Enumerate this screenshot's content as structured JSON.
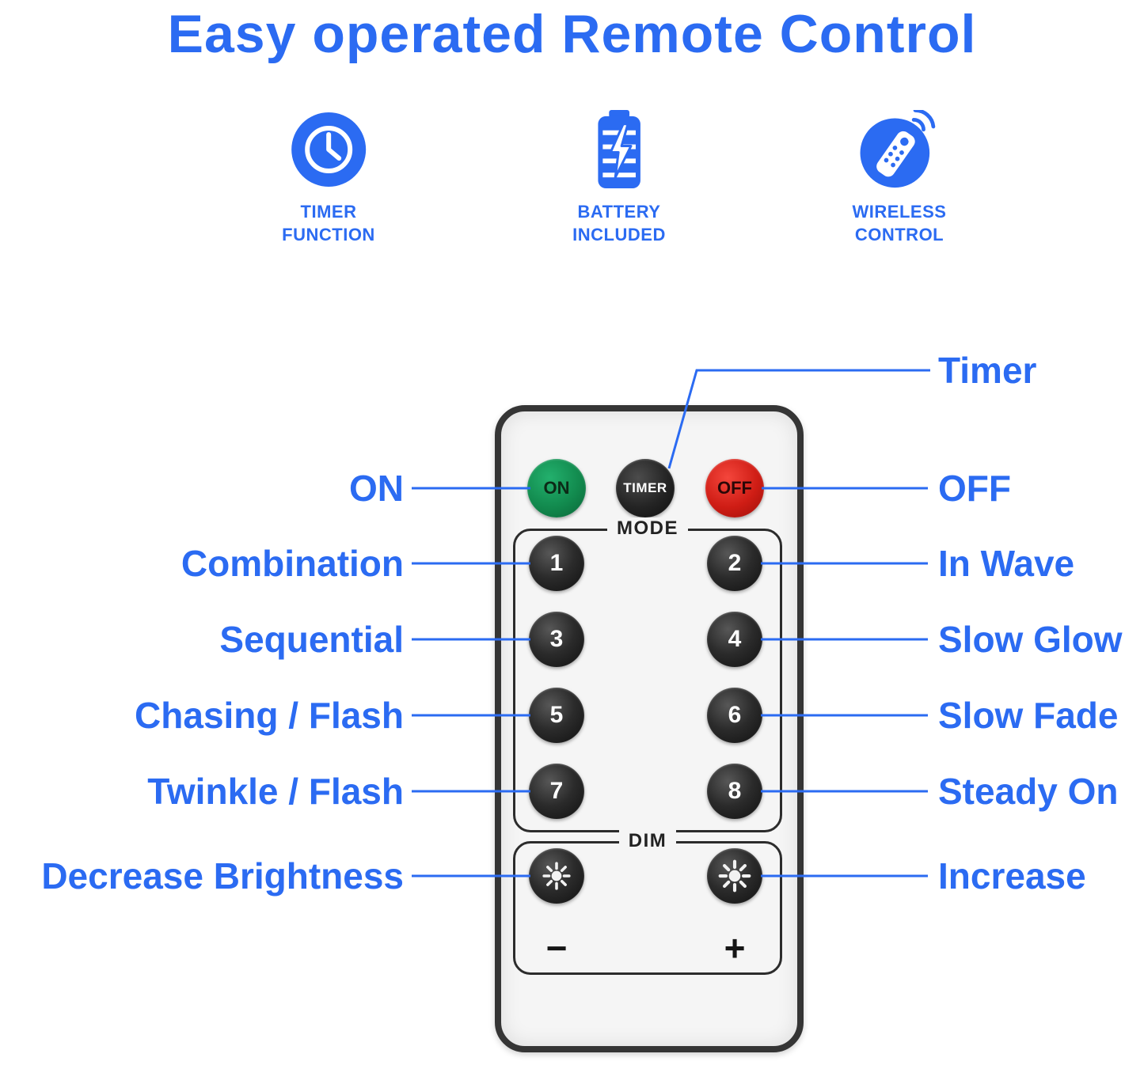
{
  "title": "Easy operated Remote Control",
  "features": [
    {
      "label": "TIMER\nFUNCTION"
    },
    {
      "label": "BATTERY\nINCLUDED"
    },
    {
      "label": "WIRELESS\nCONTROL"
    }
  ],
  "remote": {
    "on_button": "ON",
    "timer_button": "TIMER",
    "off_button": "OFF",
    "mode_label": "MODE",
    "mode_buttons": [
      "1",
      "2",
      "3",
      "4",
      "5",
      "6",
      "7",
      "8"
    ],
    "dim_label": "DIM",
    "decrease_symbol": "−",
    "increase_symbol": "+"
  },
  "callouts": {
    "timer": "Timer",
    "on": "ON",
    "off": "OFF",
    "left": [
      "Combination",
      "Sequential",
      "Chasing / Flash",
      "Twinkle / Flash",
      "Decrease Brightness"
    ],
    "right": [
      "In Wave",
      "Slow Glow",
      "Slow Fade",
      "Steady On",
      "Increase"
    ]
  },
  "colors": {
    "accent_blue": "#2b6bf2",
    "on_green": "#128a4e",
    "off_red": "#cf1d15",
    "button_dark": "#1e1e1e",
    "remote_body": "#f5f5f5"
  },
  "icons": [
    "clock-icon",
    "battery-icon",
    "wireless-remote-icon",
    "brightness-down-icon",
    "brightness-up-icon"
  ]
}
